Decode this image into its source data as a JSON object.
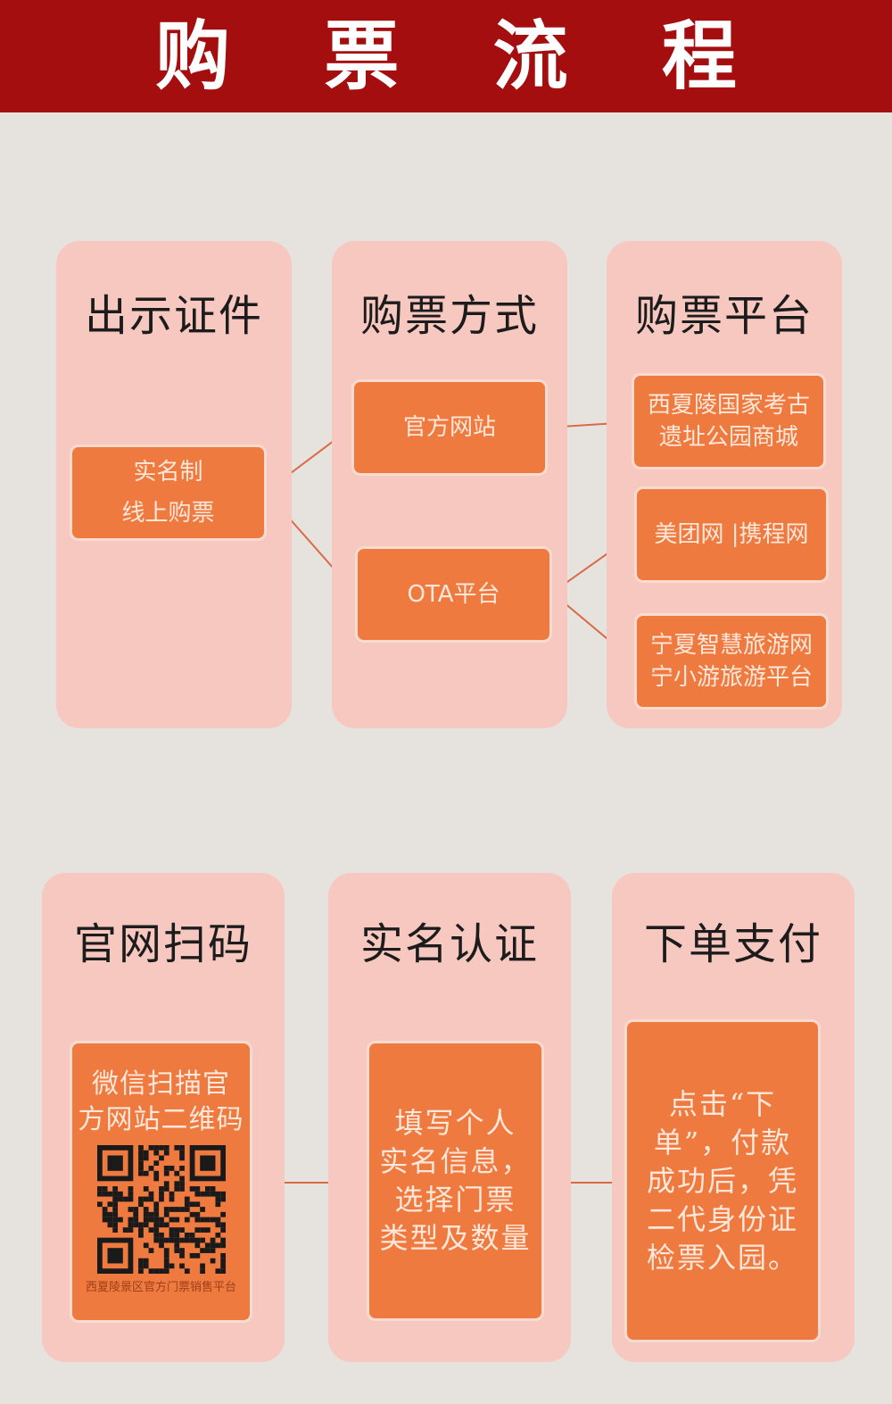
{
  "header": {
    "title": "购 票 流 程"
  },
  "top": {
    "col1": {
      "title": "出示证件",
      "box": [
        "实名制",
        "线上购票"
      ]
    },
    "col2": {
      "title": "购票方式",
      "box_official": "官方网站",
      "box_ota": "OTA平台"
    },
    "col3": {
      "title": "购票平台",
      "box1": [
        "西夏陵国家考古",
        "遗址公园商城"
      ],
      "box2": "美团网 |携程网",
      "box3": [
        "宁夏智慧旅游网",
        "宁小游旅游平台"
      ]
    }
  },
  "bottom": {
    "col1": {
      "title": "官网扫码",
      "text": [
        "微信扫描官",
        "方网站二维码"
      ],
      "qr_caption": "西夏陵景区官方门票销售平台"
    },
    "col2": {
      "title": "实名认证",
      "text": [
        "填写个人",
        "实名信息，",
        "选择门票",
        "类型及数量"
      ]
    },
    "col3": {
      "title": "下单支付",
      "text": [
        "点击“下",
        "单”，付款",
        "成功后，凭",
        "二代身份证",
        "检票入园。"
      ]
    }
  },
  "colors": {
    "header_bg": "#a40e0f",
    "page_bg": "#e6e3df",
    "panel_bg": "#f7c8bf",
    "box_bg": "#ef7a40",
    "connector": "#d96a45"
  }
}
